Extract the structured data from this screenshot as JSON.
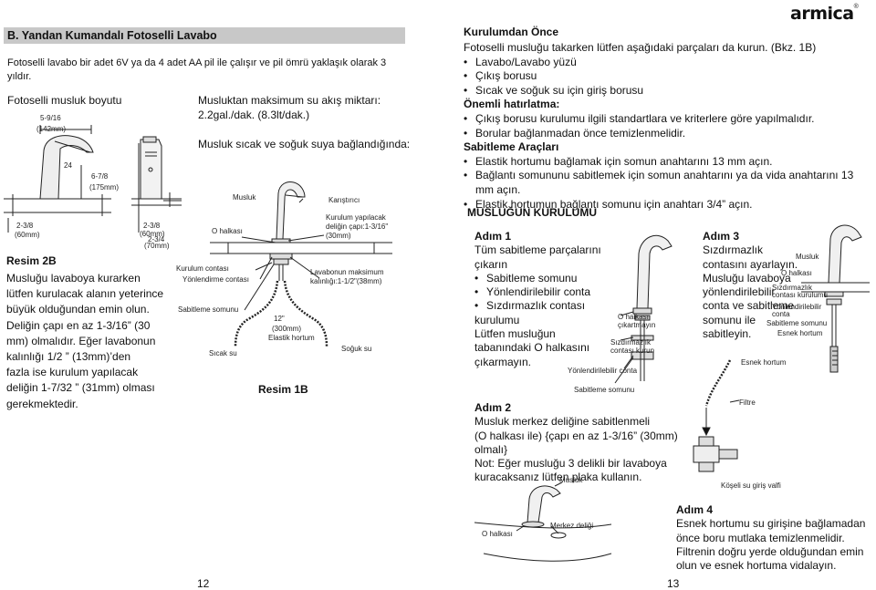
{
  "brand": {
    "logo_text": "armica",
    "registered": "®"
  },
  "left": {
    "header": "B. Yandan Kumandalı Fotoselli Lavabo",
    "intro": "Fotoselli lavabo bir adet 6V ya da 4 adet AA pil ile çalışır ve pil ömrü yaklaşık olarak 3 yıldır.",
    "size_title": "Fotoselli musluk boyutu",
    "dims": {
      "d1": "5-9/16",
      "d1_mm": "(142mm)",
      "d2": "24",
      "d3": "6-7/8",
      "d3_mm": "(175mm)",
      "d4": "2-3/8",
      "d4_mm": "(60mm)",
      "d5": "2-3/8",
      "d5_mm": "(60mm)",
      "d6": "2-3/4",
      "d6_mm": "(70mm)"
    },
    "resim2b_title": "Resim 2B",
    "resim2b_lines": [
      "Musluğu lavaboya kurarken",
      "lütfen kurulacak alanın yeterince",
      "büyük olduğundan emin olun.",
      "Deliğin çapı en az 1-3/16” (30",
      "mm) olmalıdır. Eğer lavabonun",
      "kalınlığı 1/2 ” (13mm)’den",
      "fazla ise kurulum yapılacak",
      "deliğin 1-7/32 ” (31mm) olması",
      "gerekmektedir."
    ],
    "flow_line1": "Musluktan maksimum su akış miktarı:",
    "flow_line2": "2.2gal./dak. (8.3lt/dak.)",
    "conn_title": "Musluk sıcak ve soğuk suya bağlandığında:",
    "labels": {
      "musluk": "Musluk",
      "karistirici": "Karıştırıcı",
      "o_halkasi": "O halkası",
      "hole1": "Kurulum yapılacak",
      "hole2": "deliğin çapı:1-3/16\"",
      "hole3": "(30mm)",
      "kurulum_contasi": "Kurulum contası",
      "yonlendirme_contasi": "Yönlendirme contası",
      "max1": "Lavabonun maksimum",
      "max2": "kalınlığı:1-1/2\"(38mm)",
      "sabitleme_somunu": "Sabitleme somunu",
      "hose1": "12\"",
      "hose2": "(300mm)",
      "hose3": "Elastik hortum",
      "sicak_su": "Sıcak su",
      "soguk_su": "Soğuk su"
    },
    "resim1b": "Resim 1B",
    "page_number": "12"
  },
  "right": {
    "before_title": "Kurulumdan Önce",
    "before_intro": "Fotoselli musluğu takarken lütfen aşağıdaki parçaları da kurun. (Bkz. 1B)",
    "before_items": [
      "Lavabo/Lavabo yüzü",
      "Çıkış borusu",
      "Sıcak ve soğuk su için giriş borusu"
    ],
    "important_title": "Önemli hatırlatma:",
    "important_items": [
      "Çıkış borusu kurulumu ilgili standartlara ve kriterlere göre yapılmalıdır.",
      "Borular bağlanmadan önce temizlenmelidir."
    ],
    "tools_title": "Sabitleme Araçları",
    "tools_items": [
      "Elastik hortumu bağlamak için somun anahtarını 13 mm açın.",
      "Bağlantı somununu sabitlemek için somun anahtarını ya da vida anahtarını 13 mm açın.",
      "Elastik hortumun bağlantı somunu için anahtarı 3/4” açın."
    ],
    "install_title": "MUSLUĞUN KURULUMU",
    "step1_title": "Adım 1",
    "step1_intro": [
      "Tüm sabitleme parçalarını",
      "çıkarın"
    ],
    "step1_items": [
      "Sabitleme somunu",
      "Yönlendirilebilir conta",
      "Sızdırmazlık contası"
    ],
    "step1_outro": [
      "kurulumu",
      "Lütfen musluğun",
      "tabanındaki O halkasını",
      "çıkarmayın."
    ],
    "step1_labels": {
      "o1": "O halkası",
      "o2": "çıkartmayın",
      "s1": "Sızdırmazlık",
      "s2": "contası kurun",
      "yon": "Yönlendirilebilir conta",
      "sab": "Sabitleme somunu"
    },
    "step3_title": "Adım 3",
    "step3_lines": [
      "Sızdırmazlık",
      "contasını ayarlayın.",
      "Musluğu lavaboya",
      "yönlendirilebilir",
      "conta ve sabitleme",
      "somunu ile",
      "sabitleyin."
    ],
    "step3_labels": {
      "musluk": "Musluk",
      "o": "O halkası",
      "s1": "Sızdırmazlık",
      "s2": "contası kurulumu",
      "y1": "Yönlendirilebilir",
      "y2": "conta",
      "sab": "Sabitleme somunu",
      "esnek": "Esnek hortum"
    },
    "esnek_hortum": "Esnek hortum",
    "filtre": "Filtre",
    "kosegen": "Köşeli su giriş valfi",
    "step2_title": "Adım 2",
    "step2_lines": [
      "Musluk merkez deliğine sabitlenmeli",
      "(O halkası ile) {çapı en az 1-3/16” (30mm)",
      "olmalı}",
      "Not: Eğer musluğu 3 delikli bir lavaboya",
      "kuracaksanız lütfen plaka kullanın."
    ],
    "step2_labels": {
      "musluk": "Musluk",
      "o": "O halkası",
      "merkez": "Merkez deliği"
    },
    "step4_title": "Adım 4",
    "step4_lines": [
      "Esnek hortumu su girişine bağlamadan",
      "önce boru mutlaka temizlenmelidir.",
      "Filtrenin doğru yerde olduğundan emin",
      "olun ve esnek hortuma vidalayın."
    ],
    "page_number": "13"
  }
}
